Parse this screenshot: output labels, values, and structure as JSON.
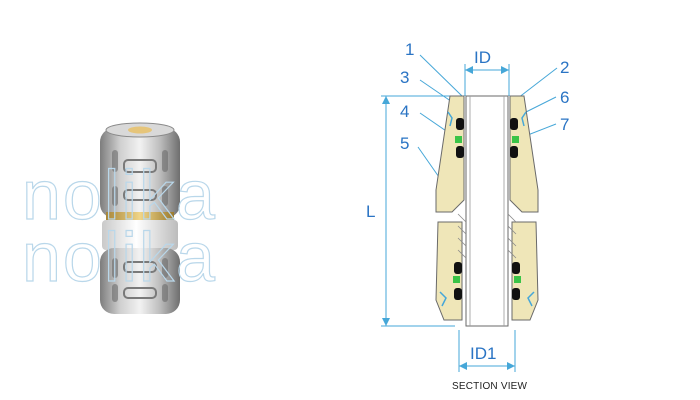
{
  "watermark": [
    "nolika",
    "nolika"
  ],
  "callouts": [
    "1",
    "2",
    "3",
    "4",
    "5",
    "6",
    "7"
  ],
  "dimensions": {
    "id": "ID",
    "id1": "ID1",
    "length": "L"
  },
  "caption": "SECTION VIEW",
  "colors": {
    "callout_blue": "#2a74c4",
    "dimension_line": "#46a7d8",
    "body_cream": "#efe6b8",
    "oring_black": "#111111",
    "seal_green": "#3ac447",
    "steel": "#b8b8b8",
    "white_sleeve": "#e8e8e8",
    "brass_ring": "#d7b45a",
    "watermark": "#b9d7ea"
  }
}
